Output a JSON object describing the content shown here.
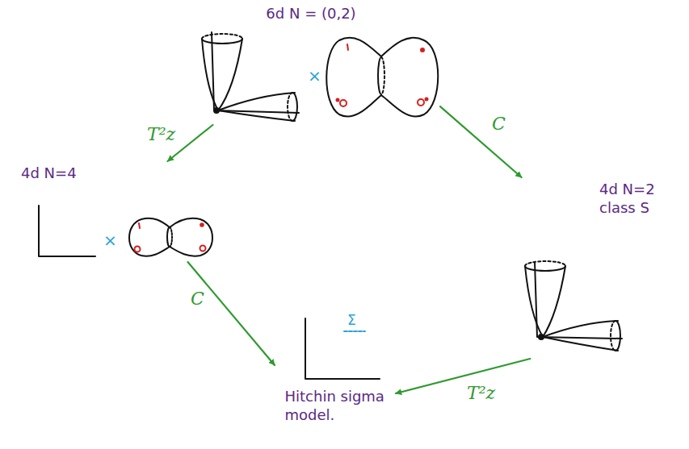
{
  "diagram": {
    "nodes": [
      {
        "text": [
          "6d N = (0,2)"
        ]
      },
      {
        "text": [
          "4d N=4"
        ]
      },
      {
        "text": [
          "4d N=2 class S"
        ]
      },
      {
        "text": [
          "Hitchin sigma model."
        ]
      }
    ],
    "edges": [
      {
        "from": 0,
        "to": 1,
        "arrow": "to",
        "label": "T²z"
      },
      {
        "from": 0,
        "to": 2,
        "arrow": "to",
        "label": "C"
      },
      {
        "from": 1,
        "to": 3,
        "arrow": "to",
        "label": "C"
      },
      {
        "from": 2,
        "to": 3,
        "arrow": "to",
        "label": "T²z"
      }
    ],
    "labels": [
      "×",
      "×",
      "Σ"
    ]
  }
}
